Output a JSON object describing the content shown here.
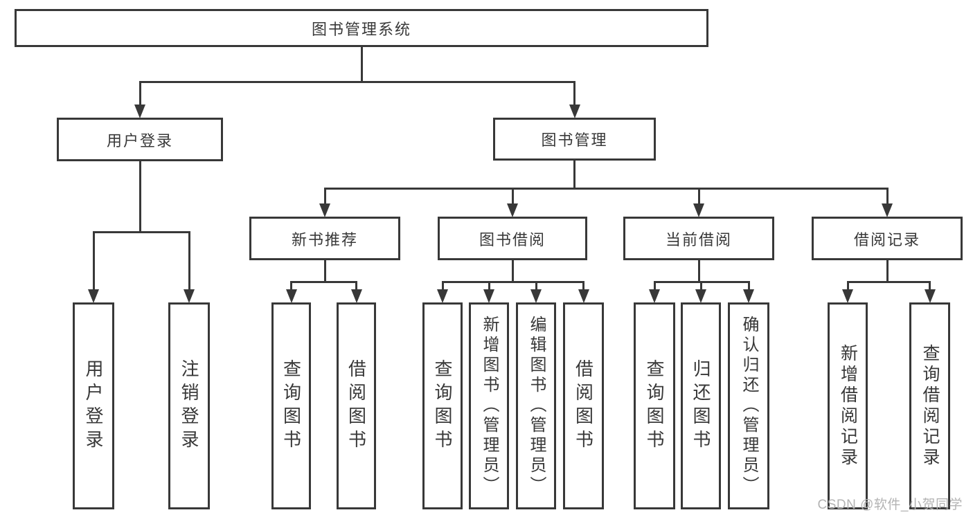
{
  "diagram": {
    "nodes": [
      {
        "id": "root",
        "label": "图书管理系统",
        "parent": null
      },
      {
        "id": "user-login",
        "label": "用户登录",
        "parent": "root"
      },
      {
        "id": "book-mgmt",
        "label": "图书管理",
        "parent": "root"
      },
      {
        "id": "login-v",
        "label": "用户登录",
        "parent": "user-login"
      },
      {
        "id": "logout-v",
        "label": "注销登录",
        "parent": "user-login"
      },
      {
        "id": "new-book-rec",
        "label": "新书推荐",
        "parent": "book-mgmt"
      },
      {
        "id": "book-borrow",
        "label": "图书借阅",
        "parent": "book-mgmt"
      },
      {
        "id": "current-borrow",
        "label": "当前借阅",
        "parent": "book-mgmt"
      },
      {
        "id": "borrow-records",
        "label": "借阅记录",
        "parent": "book-mgmt"
      },
      {
        "id": "nbr-query",
        "label": "查询图书",
        "parent": "new-book-rec"
      },
      {
        "id": "nbr-borrow",
        "label": "借阅图书",
        "parent": "new-book-rec"
      },
      {
        "id": "bb-query",
        "label": "查询图书",
        "parent": "book-borrow"
      },
      {
        "id": "bb-add",
        "label": "新增图书（管理员）",
        "parent": "book-borrow"
      },
      {
        "id": "bb-edit",
        "label": "编辑图书（管理员）",
        "parent": "book-borrow"
      },
      {
        "id": "bb-borrow",
        "label": "借阅图书",
        "parent": "book-borrow"
      },
      {
        "id": "cb-query",
        "label": "查询图书",
        "parent": "current-borrow"
      },
      {
        "id": "cb-return",
        "label": "归还图书",
        "parent": "current-borrow"
      },
      {
        "id": "cb-confirm",
        "label": "确认归还（管理员）",
        "parent": "current-borrow"
      },
      {
        "id": "br-add",
        "label": "新增借阅记录",
        "parent": "borrow-records"
      },
      {
        "id": "br-query",
        "label": "查询借阅记录",
        "parent": "borrow-records"
      }
    ]
  },
  "watermark": {
    "text": "CSDN @软件_小贺同学"
  },
  "colors": {
    "line": "#383838",
    "text": "#383838",
    "watermark": "#b3b3b3",
    "background": "#ffffff"
  }
}
